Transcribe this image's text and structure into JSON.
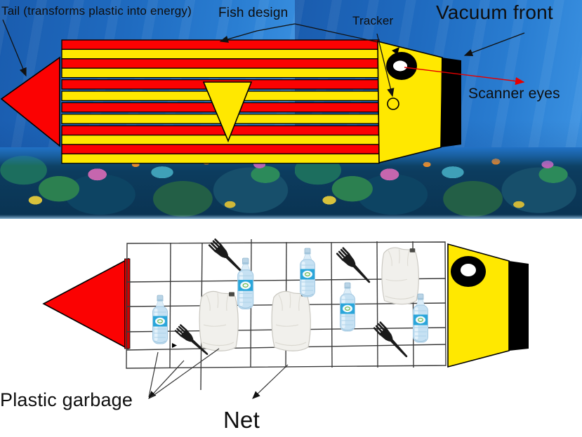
{
  "labels": {
    "tail": "Tail (transforms plastic into energy)",
    "fish_design": "Fish design",
    "tracker": "Tracker",
    "vacuum_front": "Vacuum front",
    "scanner_eyes": "Scanner eyes",
    "plastic_garbage": "Plastic garbage",
    "net": "Net"
  },
  "colors": {
    "fish_red": "#fb0202",
    "fish_yellow": "#ffe800",
    "outline": "#000000",
    "scanner_arrow_red": "#e60000",
    "ocean_top": "#2a7ed2",
    "ocean_deep": "#0a3352",
    "net_line": "#3a3a3a",
    "label_text": "#0e0e0e"
  },
  "net_contents": {
    "water_bottles": 5,
    "plastic_bags": 3,
    "plastic_forks": 4
  }
}
